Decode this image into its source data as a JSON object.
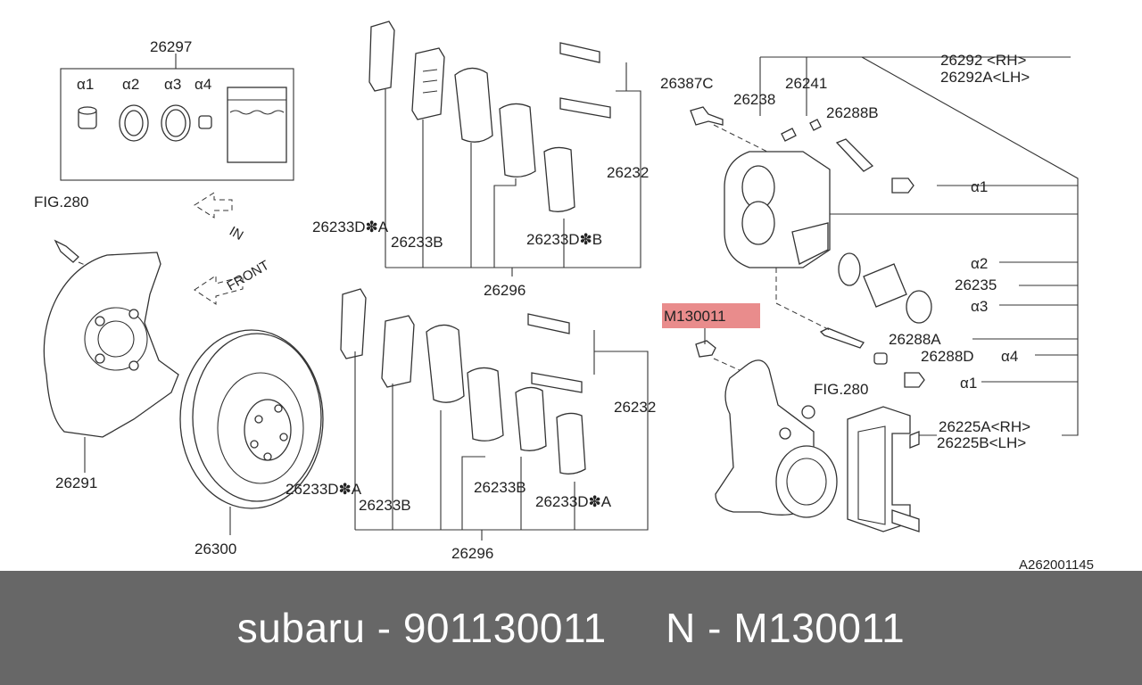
{
  "labels": {
    "l26297": "26297",
    "la1_top": "α1",
    "la2_top": "α2",
    "la3_top": "α3",
    "la4_top": "α4",
    "lfig280_left": "FIG.280",
    "lin": "IN",
    "lfront": "FRONT",
    "l26291": "26291",
    "l26300": "26300",
    "l26233DA_top": "26233D✽A",
    "l26233B_top": "26233B",
    "l26233DB_top": "26233D✽B",
    "l26232_top": "26232",
    "l26296_top": "26296",
    "l26233DA_bot": "26233D✽A",
    "l26233B_bot": "26233B",
    "l26233B_bot2": "26233B",
    "l26233DA_bot2": "26233D✽A",
    "l26232_bot": "26232",
    "l26296_bot": "26296",
    "l26387C": "26387C",
    "l26238": "26238",
    "l26241": "26241",
    "l26288B": "26288B",
    "l26292RH": "26292 <RH>",
    "l26292LH": "26292A<LH>",
    "la1_r1": "α1",
    "la2_r": "α2",
    "l26235": "26235",
    "la3_r": "α3",
    "lM130011": "M130011",
    "l26288A": "26288A",
    "l26288D": "26288D",
    "la4_r": "α4",
    "la1_r2": "α1",
    "lfig280_right": "FIG.280",
    "l26225A": "26225A<RH>",
    "l26225B": "26225B<LH>",
    "ref": "A262001145"
  },
  "highlight_color": "#e98c8c",
  "footer": {
    "brand": "subaru",
    "sep1": " - ",
    "part_number": "901130011",
    "gap": "     ",
    "code_prefix": "N",
    "sep2": " - ",
    "code": "M130011"
  }
}
